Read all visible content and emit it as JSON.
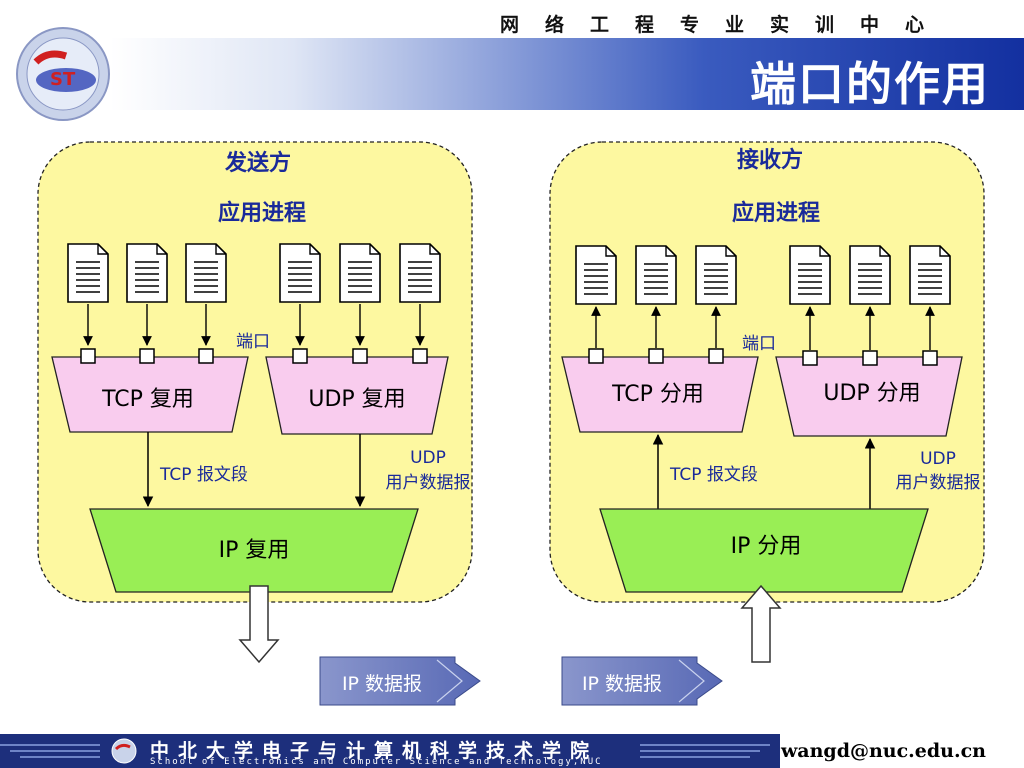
{
  "header": {
    "center_name": "网络工程专业实训中心",
    "title": "端口的作用"
  },
  "sender": {
    "title": "发送方",
    "app_label": "应用进程",
    "port_label": "端口",
    "tcp_box": "TCP 复用",
    "udp_box": "UDP 复用",
    "tcp_segment": "TCP 报文段",
    "udp_line1": "UDP",
    "udp_line2": "用户数据报",
    "ip_box": "IP 复用"
  },
  "receiver": {
    "title": "接收方",
    "app_label": "应用进程",
    "port_label": "端口",
    "tcp_box": "TCP 分用",
    "udp_box": "UDP 分用",
    "tcp_segment": "TCP 报文段",
    "udp_line1": "UDP",
    "udp_line2": "用户数据报",
    "ip_box": "IP 分用"
  },
  "datagram_left": "IP 数据报",
  "datagram_right": "IP 数据报",
  "footer": {
    "school_cn": "中北大学电子与计算机科学技术学院",
    "school_en": "School of Electronics and Computer Science and Technology,NUC",
    "email": "wangd@nuc.edu.cn"
  },
  "colors": {
    "panel_fill": "#fdf8a0",
    "mux_fill": "#f9ccee",
    "ip_fill": "#99ee55",
    "label_blue": "#1a2a9a",
    "title_bar": "#1330a0"
  }
}
